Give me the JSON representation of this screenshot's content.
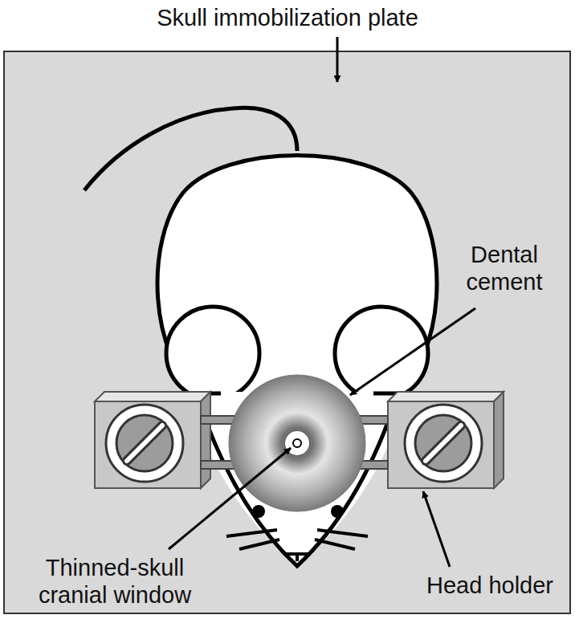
{
  "diagram": {
    "labels": [
      "Skull immobilization plate",
      "Dental cement",
      "Thinned-skull cranial window",
      "Head holder"
    ]
  }
}
